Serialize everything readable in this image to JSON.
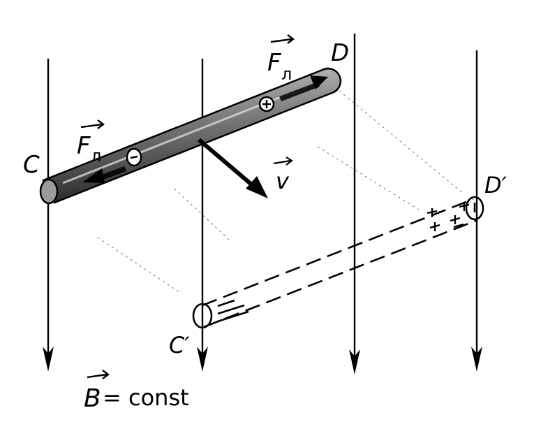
{
  "labels": {
    "C": "C",
    "D": "D",
    "C_prime": "C′",
    "D_prime": "D′",
    "force_upper": "F",
    "force_upper_sub": "л",
    "force_lower": "F",
    "force_lower_sub": "л",
    "velocity": "v",
    "field_B": "B",
    "field_eq": "= const"
  },
  "charges": {
    "positive": "+",
    "negative": "−"
  },
  "colors": {
    "ink": "#000000",
    "rod_fill": "#8a8a8a",
    "background": "#ffffff"
  }
}
